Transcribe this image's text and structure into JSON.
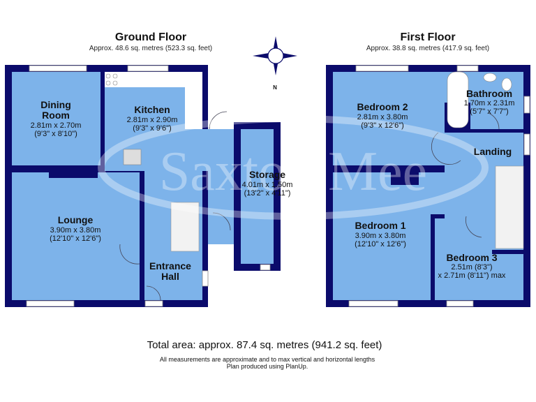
{
  "ground_floor": {
    "title": "Ground Floor",
    "area": "Approx. 48.6 sq. metres (523.3 sq. feet)",
    "rooms": [
      {
        "name_1": "Dining",
        "name_2": "Room",
        "dim_m": "2.81m x 2.70m",
        "dim_ft": "(9'3\" x 8'10\")"
      },
      {
        "name_1": "Kitchen",
        "dim_m": "2.81m x 2.90m",
        "dim_ft": "(9'3\" x 9'6\")"
      },
      {
        "name_1": "Storage",
        "dim_m": "4.01m x 1.50m",
        "dim_ft": "(13'2\" x 4'11\")"
      },
      {
        "name_1": "Lounge",
        "dim_m": "3.90m x 3.80m",
        "dim_ft": "(12'10\" x 12'6\")"
      },
      {
        "name_1": "Entrance",
        "name_2": "Hall"
      }
    ]
  },
  "first_floor": {
    "title": "First Floor",
    "area": "Approx. 38.8 sq. metres (417.9 sq. feet)",
    "rooms": [
      {
        "name_1": "Bedroom 2",
        "dim_m": "2.81m x 3.80m",
        "dim_ft": "(9'3\" x 12'6\")"
      },
      {
        "name_1": "Bathroom",
        "dim_m": "1.70m x 2.31m",
        "dim_ft": "(5'7\" x 7'7\")"
      },
      {
        "name_1": "Landing"
      },
      {
        "name_1": "Bedroom 1",
        "dim_m": "3.90m x 3.80m",
        "dim_ft": "(12'10\" x 12'6\")"
      },
      {
        "name_1": "Bedroom 3",
        "dim_m": "2.51m (8'3\")",
        "dim_ft": "x 2.71m (8'11\") max"
      }
    ]
  },
  "compass": {
    "label": "N",
    "icon": "compass-icon"
  },
  "watermark": "Saxton Mee",
  "footer": {
    "total_area": "Total area: approx. 87.4 sq. metres (941.2 sq. feet)",
    "disclaimer": "All measurements are approximate and to max vertical and horizontal lengths",
    "credit": "Plan produced using PlanUp."
  },
  "colors": {
    "wall": "#0b0b6b",
    "room": "#7db3ea"
  }
}
